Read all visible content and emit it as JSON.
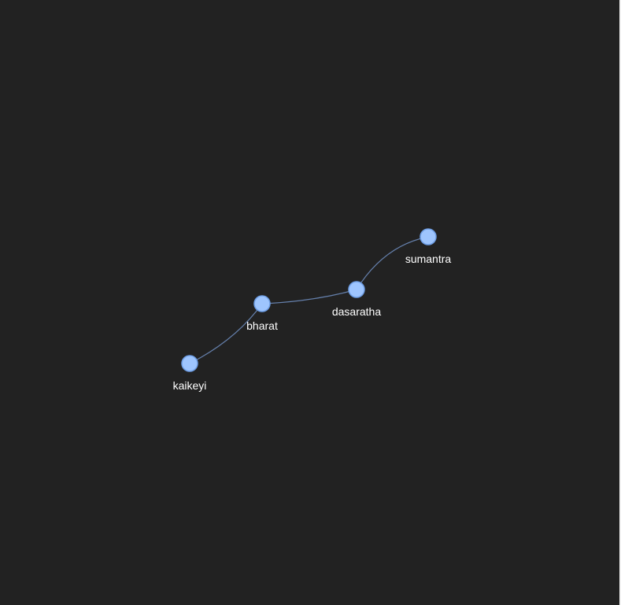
{
  "colors": {
    "background": "#222222",
    "node_fill": "#9ec5fe",
    "node_stroke": "#6f9fe6",
    "edge": "#7191c4",
    "label": "#ffffff"
  },
  "graph": {
    "nodes": [
      {
        "id": "kaikeyi",
        "label": "kaikeyi"
      },
      {
        "id": "bharat",
        "label": "bharat"
      },
      {
        "id": "dasaratha",
        "label": "dasaratha"
      },
      {
        "id": "sumantra",
        "label": "sumantra"
      }
    ],
    "edges": [
      {
        "source": "kaikeyi",
        "target": "bharat"
      },
      {
        "source": "bharat",
        "target": "dasaratha"
      },
      {
        "source": "dasaratha",
        "target": "sumantra"
      }
    ]
  }
}
